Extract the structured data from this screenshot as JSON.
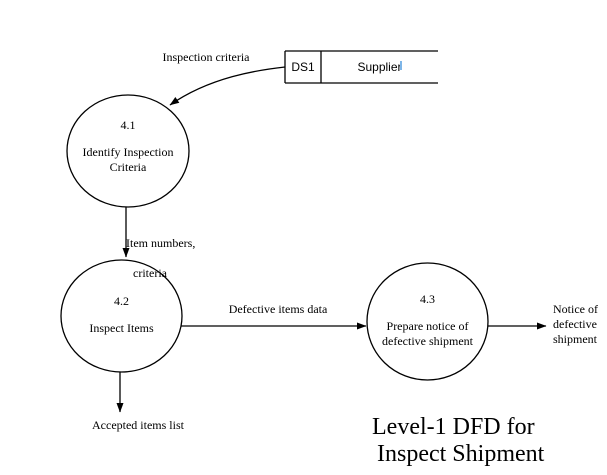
{
  "diagram": {
    "title_line1": "Level-1 DFD for",
    "title_line2": "Inspect Shipment",
    "data_store": {
      "id": "DS1",
      "name": "Supplier"
    },
    "processes": {
      "p41": {
        "number": "4.1",
        "label": "Identify Inspection\nCriteria"
      },
      "p42": {
        "number": "4.2",
        "label": "Inspect Items"
      },
      "p43": {
        "number": "4.3",
        "label": "Prepare notice of\ndefective shipment"
      }
    },
    "flows": {
      "inspection_criteria": {
        "label": "Inspection criteria"
      },
      "item_numbers": {
        "label_line1": "Item numbers,",
        "label_line2": "criteria"
      },
      "defective_items_data": {
        "label": "Defective items data"
      },
      "notice": {
        "label": "Notice of\ndefective\nshipment"
      },
      "accepted_items": {
        "label": "Accepted items list"
      }
    },
    "colors": {
      "stroke": "#000000",
      "background": "#ffffff",
      "caret_artifact": "#7eb6e8"
    }
  }
}
